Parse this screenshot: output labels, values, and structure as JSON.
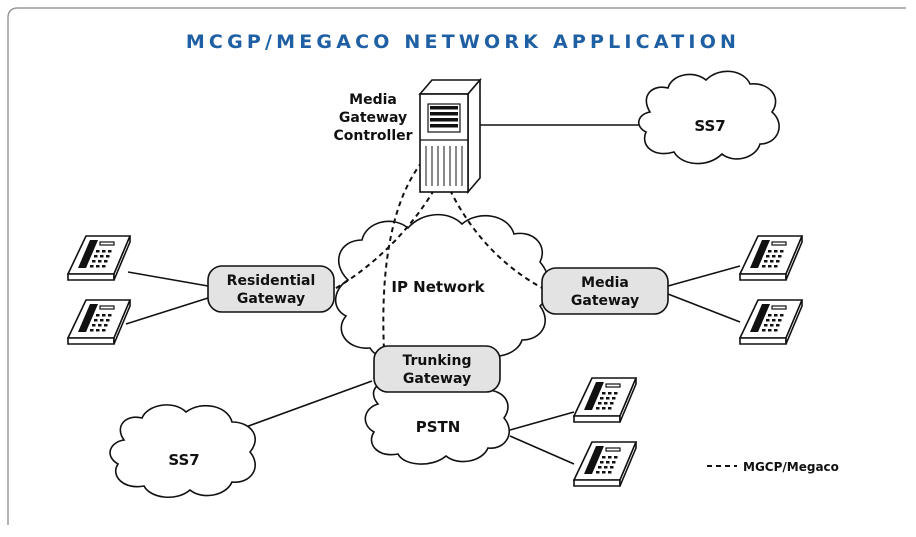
{
  "title": "MCGP/MEGACO NETWORK APPLICATION",
  "colors": {
    "title": "#1f5fa3",
    "gateway_fill": "#e3e3e3",
    "stroke": "#111111",
    "frame": "#9a9a9a"
  },
  "controller": {
    "lines": [
      "Media",
      "Gateway",
      "Controller"
    ]
  },
  "clouds": {
    "ss7_top": "SS7",
    "ip_network": "IP Network",
    "pstn": "PSTN",
    "ss7_bottom": "SS7"
  },
  "gateways": {
    "residential": [
      "Residential",
      "Gateway"
    ],
    "media": [
      "Media",
      "Gateway"
    ],
    "trunking": [
      "Trunking",
      "Gateway"
    ]
  },
  "legend": {
    "label": "MGCP/Megaco"
  }
}
